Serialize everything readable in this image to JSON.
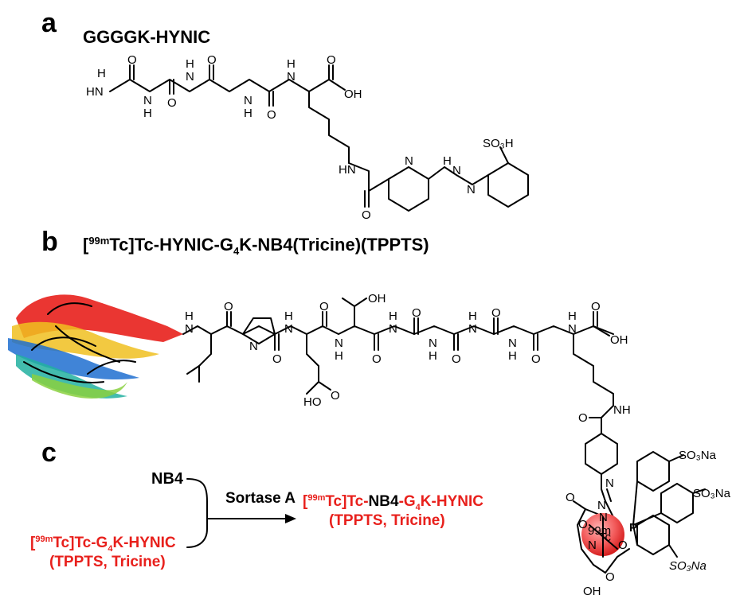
{
  "panel_a": {
    "letter": "a",
    "title": "GGGGK-HYNIC",
    "atoms": {
      "h_top": "H",
      "hn_left": "HN",
      "o1": "O",
      "n1": "N",
      "h1": "H",
      "o2": "O",
      "h2": "H",
      "n2": "N",
      "o3": "O",
      "n3": "N",
      "h3": "H",
      "o4": "O",
      "h4": "H",
      "n4": "N",
      "o5": "O",
      "oh": "OH",
      "hn_side": "HN",
      "ring_n": "N",
      "hydrazine_h": "H",
      "hydrazine_n1": "N",
      "hydrazine_n2": "N",
      "so3h": "SO₃H",
      "o_amide": "O"
    }
  },
  "panel_b": {
    "letter": "b",
    "title_prefix": "[",
    "title_sup": "99m",
    "title_main": "Tc]Tc-HYNIC-G",
    "title_sub": "4",
    "title_end": "K-NB4(Tricine)(TPPTS)",
    "atoms": {
      "h_n1": "H",
      "n1": "N",
      "o1": "O",
      "n_pro": "N",
      "h_n3": "H",
      "n3": "N",
      "o3": "O",
      "oh_thr": "OH",
      "h_n4": "N",
      "h_n4b": "H",
      "o4": "O",
      "o_glu_a": "O",
      "ho_glu": "HO",
      "o_glu_b": "O",
      "n5": "N",
      "h5": "H",
      "o5": "O",
      "n6": "N",
      "h6": "H",
      "o6": "O",
      "n7": "N",
      "h7": "H",
      "o7": "O",
      "n8": "N",
      "h8": "H",
      "o8": "O",
      "n9": "N",
      "h9": "H",
      "o9": "O",
      "oh_end": "OH",
      "o_lys_amide": "O",
      "nh_lys": "NH",
      "n_pyr": "N",
      "n_hyd1": "N",
      "n_hyd2": "N",
      "tc_sup": "99m",
      "tc": "Tc",
      "p": "P",
      "so3na_1": "SO₃Na",
      "so3na_2": "SO₃Na",
      "so3na_3": "SO₃Na",
      "o_tric1": "O",
      "o_tric2": "O",
      "o_tric3": "O",
      "n_tric": "N",
      "o_tric4": "O",
      "oh_tric": "OH"
    }
  },
  "panel_c": {
    "letter": "c",
    "nb4": "NB4",
    "reagent_sup": "99m",
    "reagent_line1_a": "[",
    "reagent_line1_b": "Tc]Tc-G",
    "reagent_sub": "4",
    "reagent_line1_c": "K-HYNIC",
    "reagent_line2": "(TPPTS, Tricine)",
    "enzyme": "Sortase A",
    "product_a": "[",
    "product_sup": "99m",
    "product_b": "Tc]Tc-",
    "product_nb4": "NB4",
    "product_c": "-G",
    "product_sub": "4",
    "product_d": "K-HYNIC",
    "product_line2": "(TPPTS, Tricine)"
  },
  "colors": {
    "red": "#e8201c",
    "tc_sphere": "#f25a5a",
    "black": "#000000"
  }
}
